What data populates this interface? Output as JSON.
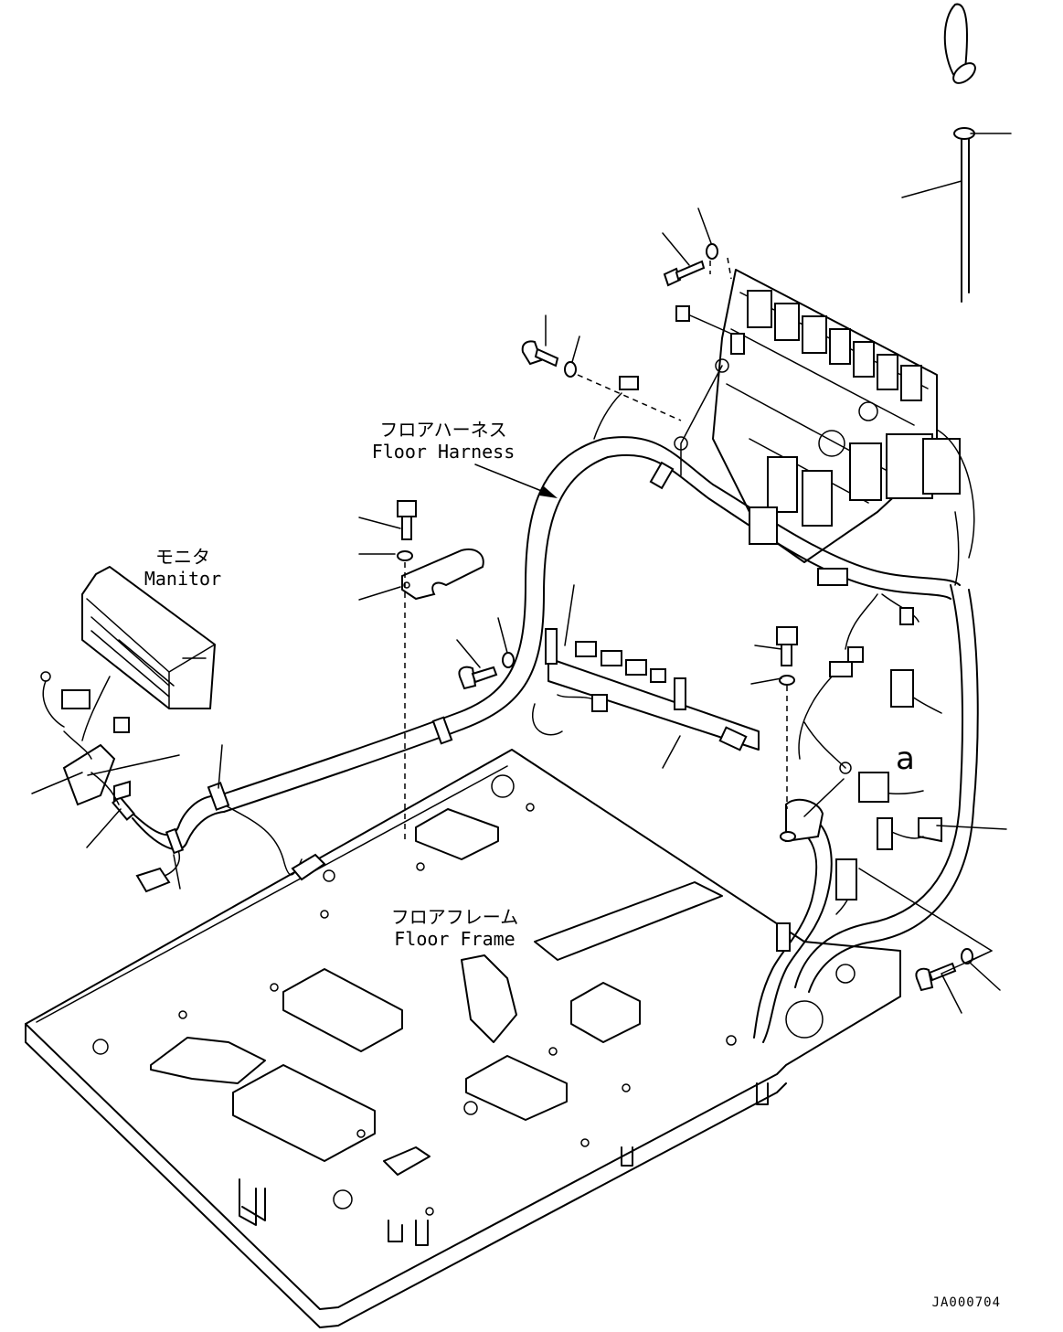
{
  "labels": {
    "floor_harness_jp": "フロアハーネス",
    "floor_harness_en": "Floor Harness",
    "monitor_jp": "モニタ",
    "monitor_en": "Manitor",
    "floor_frame_jp": "フロアフレーム",
    "floor_frame_en": "Floor Frame",
    "detail_ref": "a"
  },
  "drawing_code": "JA000704"
}
